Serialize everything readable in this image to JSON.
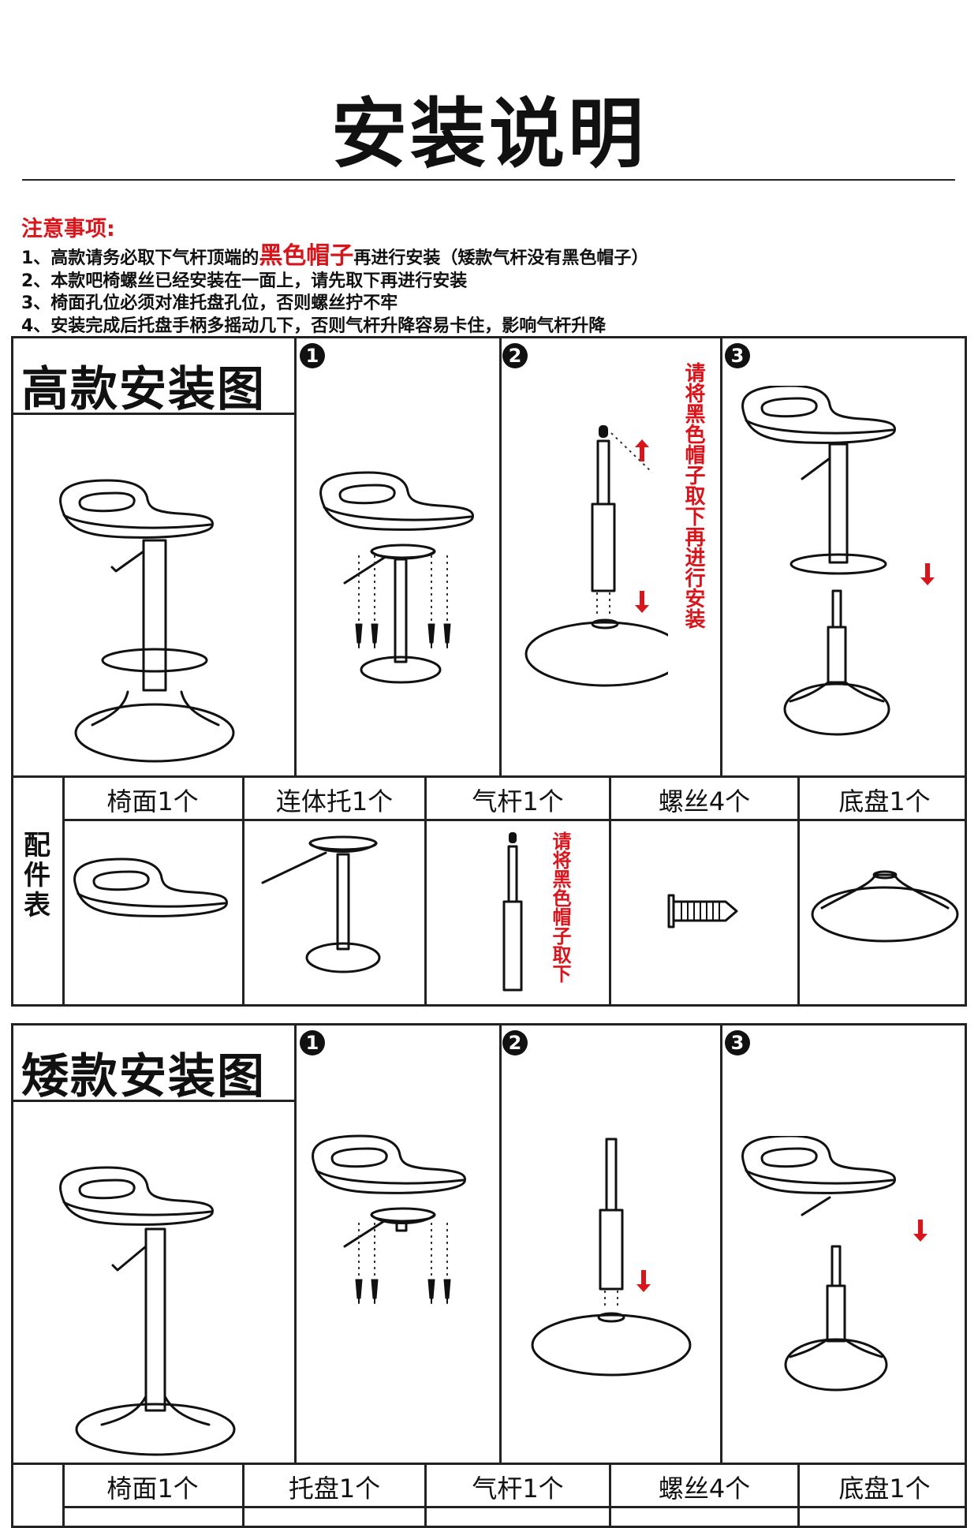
{
  "title": "安装说明",
  "notes": {
    "heading": "注意事项:",
    "item1_before": "1、高款请务必取下气杆顶端的",
    "item1_red": "黑色帽子",
    "item1_after": "再进行安装（矮款气杆没有黑色帽子）",
    "item2": "2、本款吧椅螺丝已经安装在一面上，请先取下再进行安装",
    "item3": "3、椅面孔位必须对准托盘孔位，否则螺丝拧不牢",
    "item4": "4、安装完成后托盘手柄多摇动几下，否则气杆升降容易卡住，影响气杆升降"
  },
  "high": {
    "title": "高款安装图",
    "steps": [
      "1",
      "2",
      "3"
    ],
    "cap_note": "请将黑色帽子取下再进行安装",
    "parts_side": "配件表",
    "parts": [
      "椅面1个",
      "连体托1个",
      "气杆1个",
      "螺丝4个",
      "底盘1个"
    ],
    "gas_cap_note": "请将黑色帽子取下"
  },
  "low": {
    "title": "矮款安装图",
    "steps": [
      "1",
      "2",
      "3"
    ],
    "parts": [
      "椅面1个",
      "托盘1个",
      "气杆1个",
      "螺丝4个",
      "底盘1个"
    ]
  },
  "colors": {
    "accent_red": "#d9141b",
    "line": "#111111"
  },
  "icons": [
    "stool-seat-icon",
    "gas-lift-icon",
    "screw-icon",
    "base-disk-icon",
    "down-arrow-icon",
    "up-arrow-icon"
  ]
}
